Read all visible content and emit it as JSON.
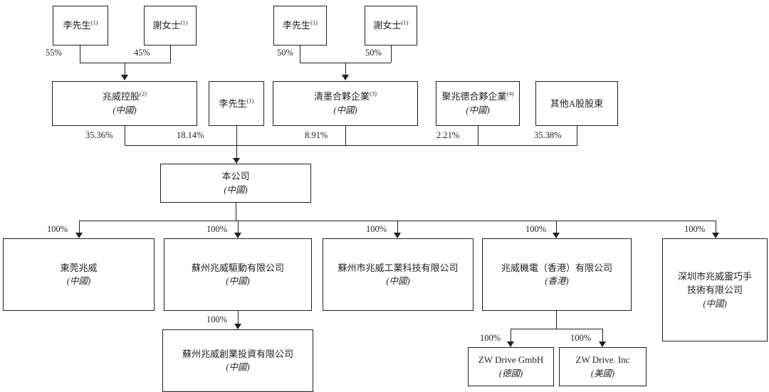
{
  "diagram": {
    "title": "shareholding-structure",
    "colors": {
      "line": "#231f20",
      "text": "#231f20",
      "background": "#ffffff"
    },
    "nodes": {
      "mr_li_1": {
        "name": "李先生",
        "sup": "(1)"
      },
      "ms_xie_1": {
        "name": "謝女士",
        "sup": "(1)"
      },
      "mr_li_2": {
        "name": "李先生",
        "sup": "(1)"
      },
      "ms_xie_2": {
        "name": "謝女士",
        "sup": "(1)"
      },
      "zhaowei_holdings": {
        "name": "兆威控股",
        "sup": "(2)",
        "jurisdiction": "(中國)"
      },
      "mr_li_3": {
        "name": "李先生",
        "sup": "(1)"
      },
      "qingmo_partnership": {
        "name": "清墨合夥企業",
        "sup": "(3)",
        "jurisdiction": "(中國)"
      },
      "juzhaode_partnership": {
        "name": "聚兆德合夥企業",
        "sup": "(4)",
        "jurisdiction": "(中國)"
      },
      "other_a_shareholders": {
        "name": "其他A股股東"
      },
      "the_company": {
        "name": "本公司",
        "jurisdiction": "(中國)"
      },
      "dongguan_zhaowei": {
        "name": "東莞兆威",
        "jurisdiction": "(中國)"
      },
      "suzhou_drive": {
        "name": "蘇州兆威驅動有限公司",
        "jurisdiction": "(中國)"
      },
      "suzhou_industrial": {
        "name": "蘇州市兆威工業科技有限公司",
        "jurisdiction": "(中國)"
      },
      "zhaowei_hk": {
        "name": "兆威機電（香港）有限公司",
        "jurisdiction": "(香港)"
      },
      "shenzhen_hand": {
        "name": "深圳市兆威靈巧手\n技術有限公司",
        "jurisdiction": "(中國)"
      },
      "suzhou_investment": {
        "name": "蘇州兆威創業投資有限公司",
        "jurisdiction": "(中國)"
      },
      "zw_drive_gmbh": {
        "name": "ZW Drive GmbH",
        "jurisdiction": "(德國)"
      },
      "zw_drive_inc": {
        "name": "ZW Drive. Inc",
        "jurisdiction": "(美國)"
      }
    },
    "ownership": {
      "li_to_holdings": "55%",
      "xie_to_holdings": "45%",
      "li_to_qingmo": "50%",
      "xie_to_qingmo": "50%",
      "holdings_to_company": "35.36%",
      "li_to_company": "18.14%",
      "qingmo_to_company": "8.91%",
      "juzhaode_to_company": "2.21%",
      "others_to_company": "35.38%",
      "company_to_dongguan": "100%",
      "company_to_suzhou_drive": "100%",
      "company_to_suzhou_industrial": "100%",
      "company_to_hk": "100%",
      "company_to_shenzhen": "100%",
      "drive_to_investment": "100%",
      "hk_to_gmbh": "100%",
      "hk_to_inc": "100%"
    }
  }
}
